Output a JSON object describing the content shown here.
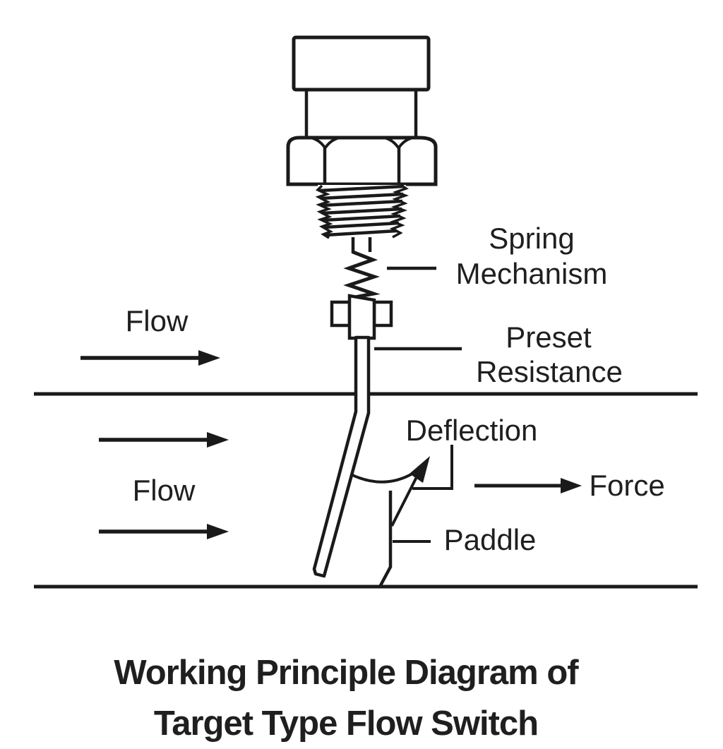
{
  "title": {
    "line1": "Working Principle Diagram of",
    "line2": "Target Type Flow Switch"
  },
  "labels": {
    "flow_top": "Flow",
    "flow_bottom": "Flow",
    "spring_line1": "Spring",
    "spring_line2": "Mechanism",
    "preset_line1": "Preset",
    "preset_line2": "Resistance",
    "deflection": "Deflection",
    "force": "Force",
    "paddle": "Paddle"
  },
  "icons": {
    "flow_arrow": "right-arrow",
    "force_arrow": "right-arrow",
    "deflection_arrow": "curved-ne-arrow"
  },
  "colors": {
    "ink": "#1a1a1a",
    "text": "#1f1f1f",
    "background": "#ffffff"
  }
}
